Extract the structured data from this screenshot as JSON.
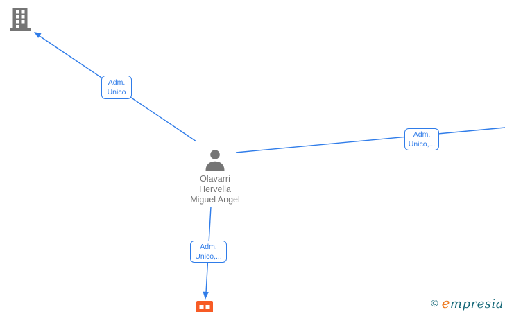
{
  "graph": {
    "edge_labels": [
      {
        "line1": "Adm.",
        "line2": "Unico"
      },
      {
        "line1": "Adm.",
        "line2": "Unico,..."
      },
      {
        "line1": "Adm.",
        "line2": "Unico,..."
      }
    ],
    "person": {
      "line1": "Olavarri",
      "line2": "Hervella",
      "line3": "Miguel Angel"
    }
  },
  "watermark": {
    "copyright_symbol": "©",
    "brand_initial": "e",
    "brand_rest": "mpresia"
  },
  "colors": {
    "edge_blue": "#2f7ce9",
    "node_gray": "#757575",
    "company_orange": "#f75b25",
    "brand_teal": "#156878",
    "brand_orange": "#ee7c23"
  }
}
